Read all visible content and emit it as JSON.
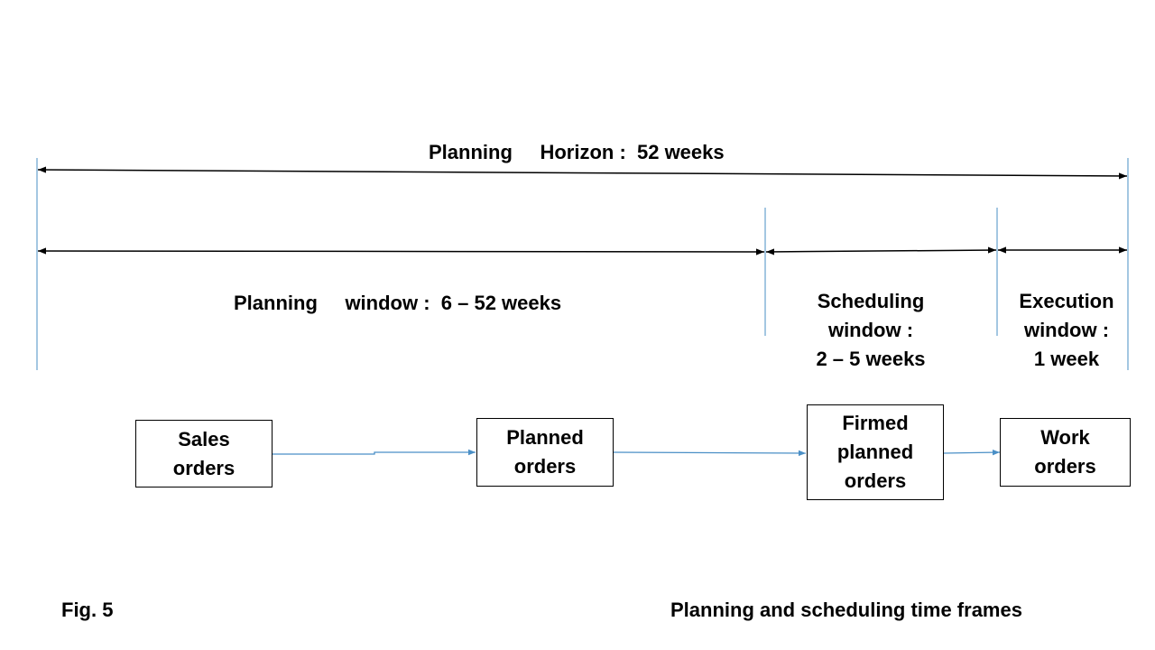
{
  "labels": {
    "horizon": "Planning     Horizon :  52 weeks",
    "planning_window": "Planning     window :  6 – 52 weeks",
    "scheduling_window": "Scheduling\nwindow :\n2 – 5 weeks",
    "execution_window": "Execution\nwindow :\n1 week"
  },
  "boxes": {
    "sales_orders": "Sales\norders",
    "planned_orders": "Planned\norders",
    "firmed_planned_orders": "Firmed\nplanned\norders",
    "work_orders": "Work\norders"
  },
  "footer": {
    "figure_number": "Fig. 5",
    "caption": "Planning and scheduling time frames"
  },
  "colors": {
    "boundary_line": "#4a8fc6",
    "flow_arrow": "#4a8fc6",
    "span_arrow": "#000000"
  }
}
